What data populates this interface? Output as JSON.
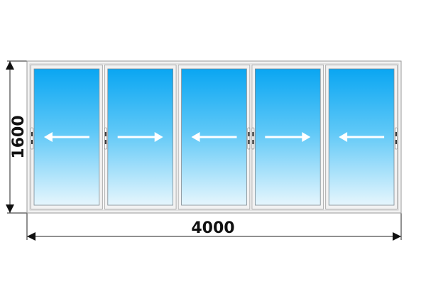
{
  "dimensions": {
    "height_label": "1600",
    "width_label": "4000"
  },
  "window": {
    "frame_color": "#f2f2f2",
    "frame_stroke": "#9a9a9a",
    "glass_top_color": "#0aa6f2",
    "glass_bottom_color": "#e6f6fd",
    "arrow_color": "#ffffff",
    "panes": [
      {
        "direction": "left",
        "handle_side": "left",
        "arrow_icon": "left-arrow-icon"
      },
      {
        "direction": "right",
        "handle_side": "left",
        "arrow_icon": "right-arrow-icon"
      },
      {
        "direction": "left",
        "handle_side": "right",
        "arrow_icon": "left-arrow-icon"
      },
      {
        "direction": "right",
        "handle_side": "left",
        "arrow_icon": "right-arrow-icon"
      },
      {
        "direction": "left",
        "handle_side": "right",
        "arrow_icon": "left-arrow-icon"
      }
    ]
  }
}
